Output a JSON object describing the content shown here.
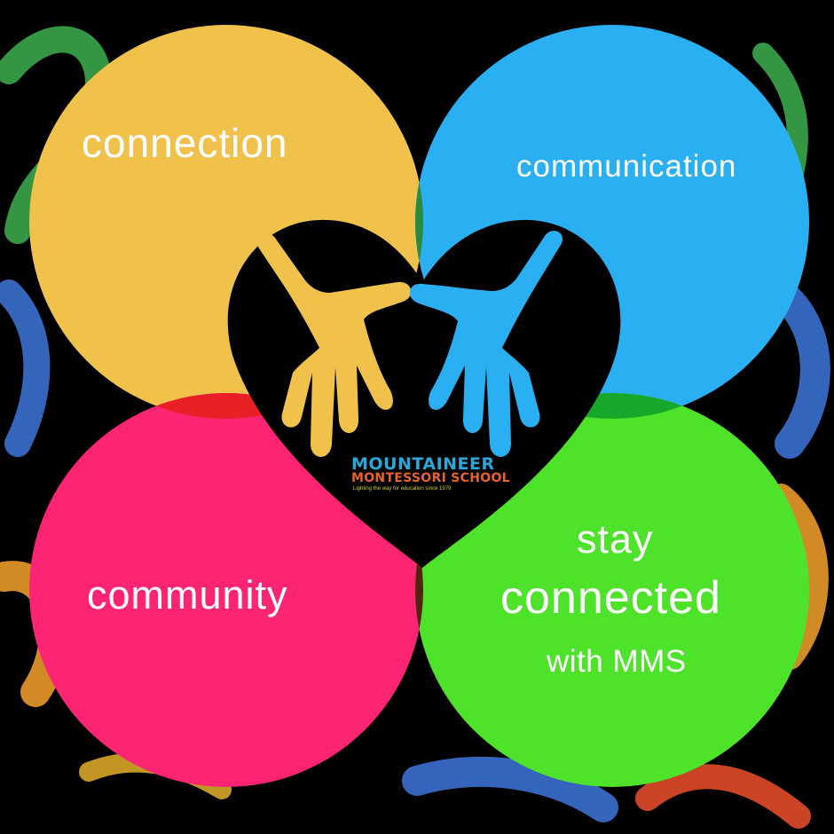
{
  "diagram": {
    "circles": [
      {
        "name": "top-left",
        "label": "connection",
        "color": "#f0c24b"
      },
      {
        "name": "top-right",
        "label": "communication",
        "color": "#2ab0f2"
      },
      {
        "name": "bottom-left",
        "label": "community",
        "color": "#fc2473"
      },
      {
        "name": "bottom-right",
        "label": "stay",
        "label2": "connected",
        "label3": "with MMS",
        "color": "#4fe22a"
      }
    ],
    "overlaps": {
      "top": "#2a8b40",
      "left": "#e81f25",
      "right": "#17a82b",
      "bottom": "#55220f"
    },
    "heart_color": "#000000",
    "left_hand_color": "#f0c24b",
    "right_hand_color": "#2ab0f2"
  },
  "logo": {
    "line1": "MOUNTAINEER",
    "line2": "MONTESSORI SCHOOL",
    "tagline": "Lighting the way for education since 1979"
  }
}
